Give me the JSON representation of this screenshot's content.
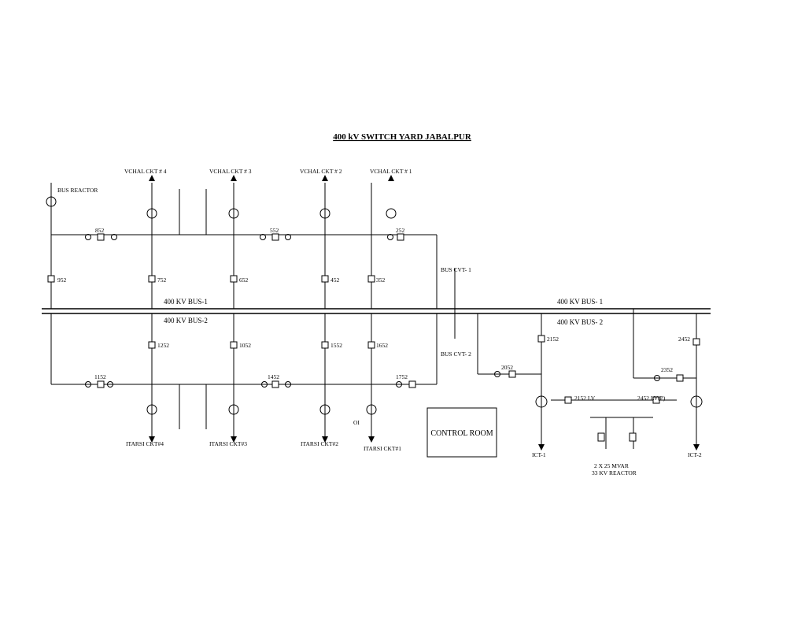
{
  "title": "400 kV SWITCH YARD JABALPUR",
  "buses": {
    "bus1": "400 KV BUS-1",
    "bus2": "400 KV BUS-2",
    "bus1_right": "400 KV BUS- 1",
    "bus2_right": "400 KV BUS- 2"
  },
  "labels": {
    "bus_reactor": "BUS REACTOR",
    "bus_cvt_1": "BUS CVT- 1",
    "bus_cvt_2": "BUS CVT- 2",
    "control_room": "CONTROL ROOM",
    "ict_1": "ICT-1",
    "ict_2": "ICT-2",
    "reactor_line1": "2 X 25 MVAR",
    "reactor_line2": "33 KV REACTOR",
    "lv_2152": "2152 LV",
    "lv_2452": "2452 LV(P)",
    "oi": "OI"
  },
  "feeders_top": [
    "VCHAL CKT # 4",
    "VCHAL CKT # 3",
    "VCHAL CKT # 2",
    "VCHAL CKT # 1"
  ],
  "feeders_bottom": [
    "ITARSI CKT#4",
    "ITARSI CKT#3",
    "ITARSI CKT#2",
    "ITARSI CKT#1"
  ],
  "breakers": {
    "b852": "852",
    "b952": "952",
    "b752": "752",
    "b552": "552",
    "b652": "652",
    "b452": "452",
    "b252": "252",
    "b352": "352",
    "b1152": "1152",
    "b1252": "1252",
    "b1052": "1052",
    "b1452": "1452",
    "b1552": "1552",
    "b1652": "1652",
    "b1752": "1752",
    "b2152": "2152",
    "b2052": "2052",
    "b2452": "2452",
    "b2352": "2352"
  }
}
